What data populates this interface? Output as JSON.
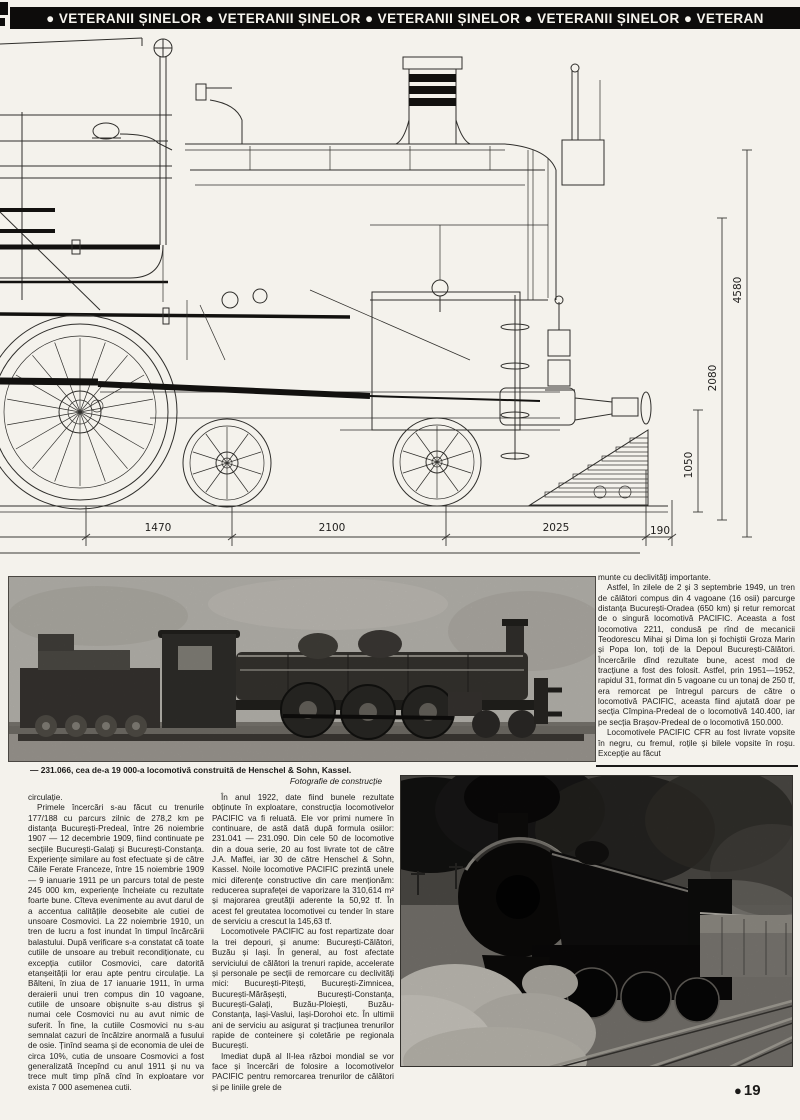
{
  "banner": {
    "text": "● VETERANII ȘINELOR ● VETERANII ȘINELOR ● VETERANII ȘINELOR ● VETERANII ȘINELOR ● VETERAN"
  },
  "drawing": {
    "dims_h": [
      "1470",
      "2100",
      "2025",
      "190"
    ],
    "dims_v": [
      "4580",
      "2080",
      "1050"
    ]
  },
  "caption": {
    "line1": "— 231.066, cea de-a 19 000-a locomotivă construită de Henschel & Sohn, Kassel.",
    "line2": "Fotografie de construcție"
  },
  "article": {
    "left": {
      "p1": "circulație.",
      "p2": "Primele încercări s-au făcut cu trenurile 177/188 cu parcurs zilnic de 278,2 km pe distanța București-Predeal, între 26 noiembrie 1907 — 12 decembrie 1909, fiind continuate pe secțiile București-Galați și București-Constanța. Experiențe similare au fost efectuate și de către Căile Ferate Franceze, între 15 noiembrie 1909 — 9 ianuarie 1911 pe un parcurs total de peste 245 000 km, experiențe încheiate cu rezultate foarte bune. Cîteva evenimente au avut darul de a accentua calitățile deosebite ale cutiei de unsoare Cosmovici. La 22 noiembrie 1910, un tren de lucru a fost inundat în timpul încărcării balastului. După verificare s-a constatat că toate cutiile de unsoare au trebuit recondiționate, cu excepția cutiilor Cosmovici, care datorită etanșeității lor erau apte pentru circulație. La Bălteni, în ziua de 17 ianuarie 1911, în urma deraierii unui tren compus din 10 vagoane, cutiile de unsoare obișnuite s-au distrus și numai cele Cosmovici nu au avut nimic de suferit. În fine, la cutiile Cosmovici nu s-au semnalat cazuri de încălzire anormală a fusului de osie. Ținînd seama și de economia de ulei de circa 10%, cutia de unsoare Cosmovici a fost generalizată începînd cu anul 1911 și nu va trece mult timp pînă cînd în exploatare vor exista 7 000 asemenea cutii."
    },
    "middle": {
      "p1": "În anul 1922, date fiind bunele rezultate obținute în exploatare, construcția locomotivelor PACIFIC va fi reluată. Ele vor primi numere în continuare, de astă dată după formula osiilor: 231.041 — 231.090. Din cele 50 de locomotive din a doua serie, 20 au fost livrate tot de către J.A. Maffei, iar 30 de către Henschel & Sohn, Kassel. Noile locomotive PACIFIC prezintă unele mici diferențe constructive din care menționăm: reducerea suprafeței de vaporizare la 310,614 m² și majorarea greutății aderente la 50,92 tf. În acest fel greutatea locomotivei cu tender în stare de serviciu a crescut la 145,63 tf.",
      "p2": "Locomotivele PACIFIC au fost repartizate doar la trei depouri, și anume: București-Călători, Buzău și Iași. În general, au fost afectate serviciului de călători la trenuri rapide, accelerate și personale pe secții de remorcare cu declivități mici: București-Pitești, București-Zimnicea, București-Mărășești, București-Constanța, București-Galați, Buzău-Ploiești, Buzău-Constanța, Iași-Vaslui, Iași-Dorohoi etc. În ultimii ani de serviciu au asigurat și tracțiunea trenurilor rapide de conteinere și coletărie pe regionala București.",
      "p3": "Imediat după al II-lea război mondial se vor face și încercări de folosire a locomotivelor PACIFIC pentru remorcarea trenurilor de călători și pe liniile grele de"
    },
    "right": {
      "p1": "munte cu declivități importante.",
      "p2": "Astfel, în zilele de 2 și 3 septembrie 1949, un tren de călători compus din 4 vagoane (16 osii) parcurge distanța București-Oradea (650 km) și retur remorcat de o singură locomotivă PACIFIC. Aceasta a fost locomotiva 2211, condusă pe rînd de mecanicii Teodorescu Mihai și Dima Ion și fochiștii Groza Marin și Popa Ion, toți de la Depoul București-Călători. Încercările dînd rezultate bune, acest mod de tracțiune a fost des folosit. Astfel, prin 1951—1952, rapidul 31, format din 5 vagoane cu un tonaj de 250 tf, era remorcat pe întregul parcurs de către o locomotivă PACIFIC, aceasta fiind ajutată doar pe secția Cîmpina-Predeal de o locomotivă 140.400, iar pe secția Brașov-Predeal de o locomotivă 150.000.",
      "p3": "Locomotivele PACIFIC CFR au fost livrate vopsite în negru, cu fremul, roțile și bilele vopsite în roșu. Excepție au făcut"
    }
  },
  "footer": {
    "page_bullet": "●",
    "page_number": "19"
  },
  "colors": {
    "ink": "#1b1a18",
    "paper": "#f4f2ec"
  }
}
